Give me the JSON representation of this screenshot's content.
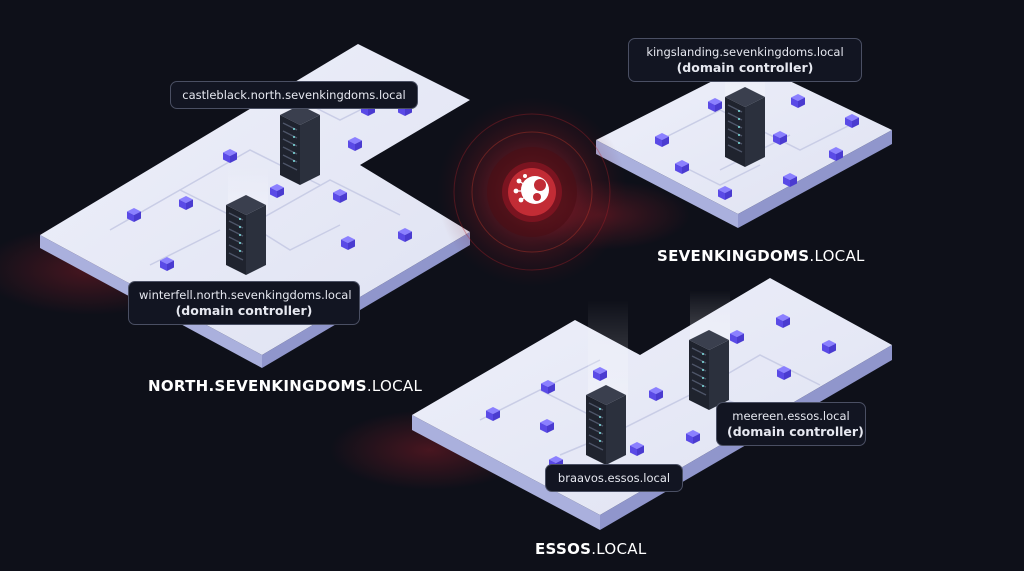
{
  "domains": {
    "north": {
      "name": "NORTH.SEVENKINGDOMS",
      "tld": ".LOCAL"
    },
    "sevenkingdoms": {
      "name": "SEVENKINGDOMS",
      "tld": ".LOCAL"
    },
    "essos": {
      "name": "ESSOS",
      "tld": ".LOCAL"
    }
  },
  "servers": {
    "castleblack": {
      "host": "castleblack.north.sevenkingdoms.local"
    },
    "winterfell": {
      "host": "winterfell.north.sevenkingdoms.local",
      "role": "(domain controller)"
    },
    "kingslanding": {
      "host": "kingslanding.sevenkingdoms.local",
      "role": "(domain controller)"
    },
    "meereen": {
      "host": "meereen.essos.local",
      "role": "(domain controller)"
    },
    "braavos": {
      "host": "braavos.essos.local"
    }
  },
  "colors": {
    "background": "#0e1019",
    "platform_top": "#e9ebf7",
    "platform_side": "#9da3d4",
    "node": "#6b5cf5",
    "attack_red": "#c0392b"
  },
  "icons": {
    "center": "attacker-logo-icon",
    "server": "server-rack-icon",
    "node": "cube-icon"
  }
}
